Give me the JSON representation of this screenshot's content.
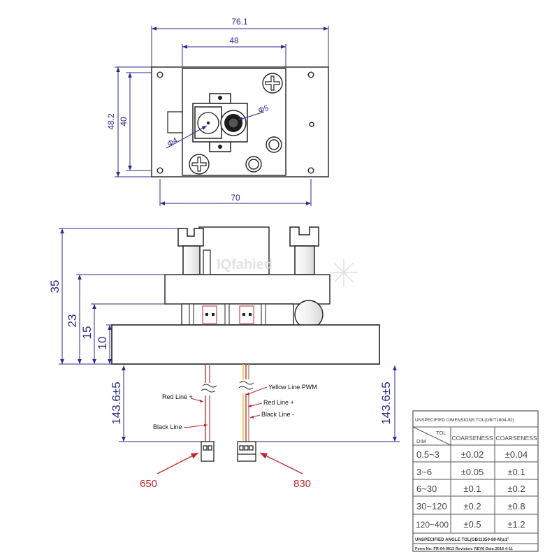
{
  "top_view": {
    "dim_overall_width": "76.1",
    "dim_inner_width": "48",
    "dim_overall_height": "48.2",
    "dim_inner_height": "40",
    "dim_hole_spacing": "70",
    "dim_small_hole": "Φ5",
    "dim_large_hole": "Φ4"
  },
  "side_view": {
    "dim_total_height": "35",
    "dim_23": "23",
    "dim_15": "15",
    "dim_10": "10",
    "dim_cable_left": "143.6±5",
    "dim_cable_right": "143.6±5",
    "watermark": "IQfahied"
  },
  "wires": {
    "left_red": "Red Line +",
    "left_black": "Black Line -",
    "right_yellow": "Yellow Line PWM",
    "right_red": "Red Line +",
    "right_black": "Black Line -"
  },
  "connectors": {
    "left_code": "650",
    "right_code": "830"
  },
  "tolerance_table": {
    "title": "UNSPECIFIED DIMENSIONS TOL(GB/T1804-92)",
    "corner_tol": "TOL",
    "corner_dim": "DIM",
    "col1": "COARSENESS",
    "col2": "COARSENESS",
    "rows": [
      {
        "dim": "0.5~3",
        "c1": "±0.02",
        "c2": "±0.04"
      },
      {
        "dim": "3~6",
        "c1": "±0.05",
        "c2": "±0.1"
      },
      {
        "dim": "6~30",
        "c1": "±0.1",
        "c2": "±0.2"
      },
      {
        "dim": "30~120",
        "c1": "±0.2",
        "c2": "±0.8"
      },
      {
        "dim": "120~400",
        "c1": "±0.5",
        "c2": "±1.2"
      }
    ],
    "angle_note": "UNSPECIFIED ANGLE TOL(GB11350-89-M)±1°",
    "form_no": "Form No: FR-04-0013 Revision: REV0  Date:2016-4-11"
  },
  "colors": {
    "dimension": "#2a2a8c",
    "outline": "#222222",
    "annotation_red": "#c0262c"
  }
}
